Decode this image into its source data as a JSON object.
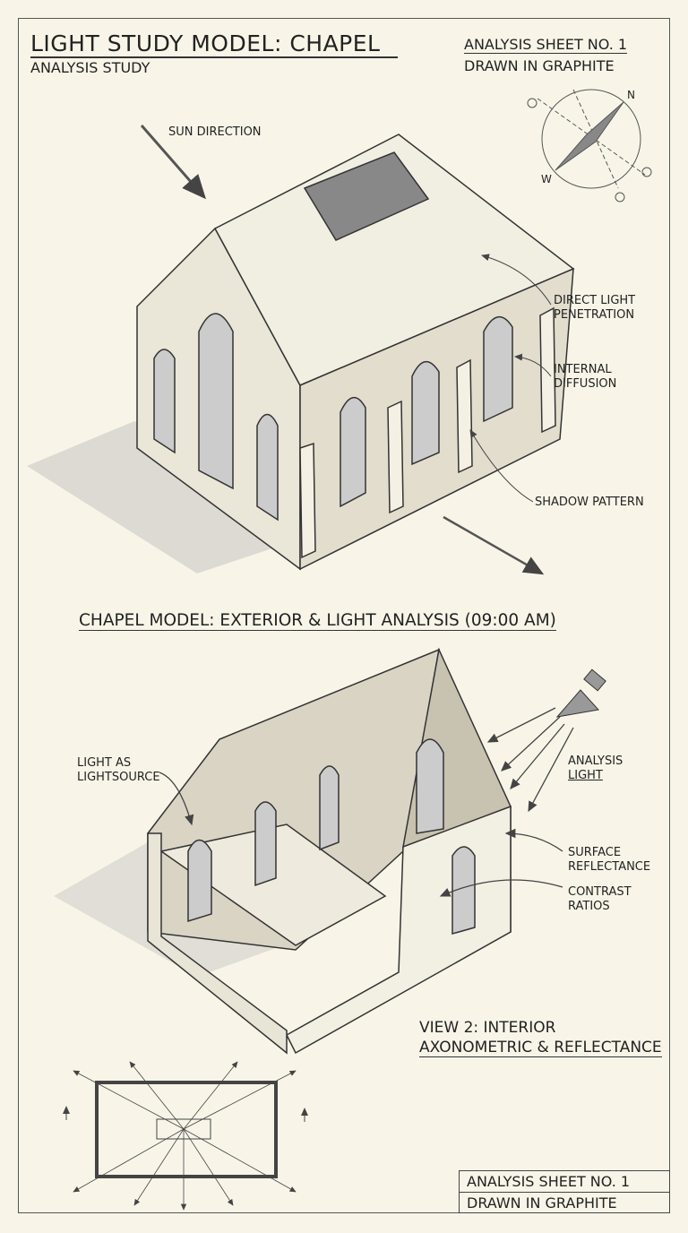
{
  "header": {
    "title": "LIGHT STUDY MODEL: CHAPEL",
    "subtitle": "ANALYSIS STUDY",
    "sheet": "ANALYSIS SHEET NO. 1",
    "medium": "DRAWN IN GRAPHITE"
  },
  "compass": {
    "north": "N",
    "west": "W"
  },
  "view1": {
    "sun_label": "SUN DIRECTION",
    "annotations": [
      "DIRECT LIGHT PENETRATION",
      "INTERNAL DIFFUSION",
      "SHADOW PATTERN"
    ],
    "annotation_lines": [
      [
        "DIRECT LIGHT",
        "PENETRATION"
      ],
      [
        "INTERNAL",
        "DIFFUSION"
      ],
      [
        "SHADOW PATTERN"
      ]
    ],
    "caption": "CHAPEL MODEL: EXTERIOR & LIGHT ANALYSIS (09:00 AM)"
  },
  "view2": {
    "light_source": [
      "LIGHT AS",
      "LIGHTSOURCE"
    ],
    "analysis_light": [
      "ANALYSIS",
      "LIGHT"
    ],
    "surface": [
      "SURFACE",
      "REFLECTANCE"
    ],
    "contrast": [
      "CONTRAST",
      "RATIOS"
    ],
    "caption_line1": "VIEW 2: INTERIOR",
    "caption_line2": "AXONOMETRIC & REFLECTANCE"
  },
  "title_block": {
    "sheet": "ANALYSIS SHEET NO. 1",
    "medium": "DRAWN IN GRAPHITE"
  }
}
